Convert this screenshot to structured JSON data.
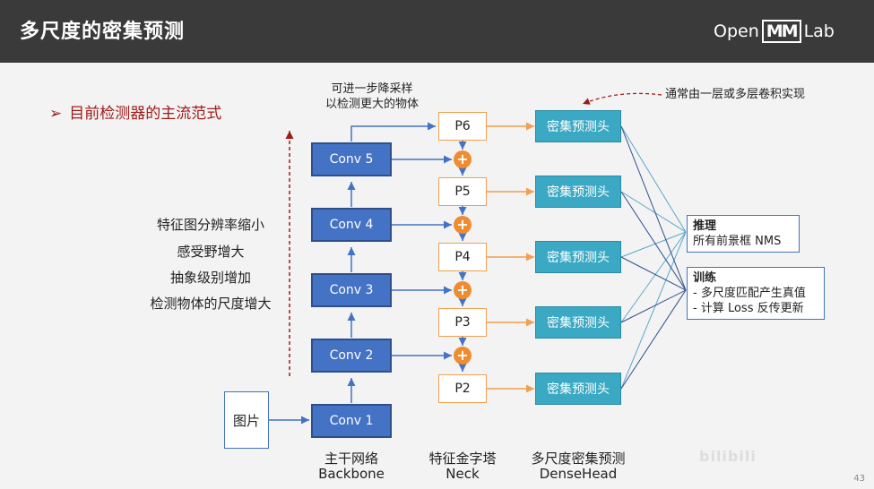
{
  "header": {
    "title": "多尺度的密集预测",
    "logo_left": "Open",
    "logo_mm": "MM",
    "logo_right": "Lab"
  },
  "bullet": {
    "arrow": "➢",
    "text": "目前检测器的主流范式"
  },
  "side_texts": [
    "特征图分辨率缩小",
    "感受野增大",
    "抽象级别增加",
    "检测物体的尺度增大"
  ],
  "top_note": [
    "可进一步降采样",
    "以检测更大的物体"
  ],
  "head_note": "通常由一层或多层卷积实现",
  "image_label": "图片",
  "convs": [
    "Conv 1",
    "Conv 2",
    "Conv 3",
    "Conv 4",
    "Conv 5"
  ],
  "pyramid": [
    "P2",
    "P3",
    "P4",
    "P5",
    "P6"
  ],
  "head_label": "密集预测头",
  "plus": "+",
  "inference": {
    "title": "推理",
    "line1": "所有前景框 NMS"
  },
  "training": {
    "title": "训练",
    "line1": "- 多尺度匹配产生真值",
    "line2": "- 计算 Loss 反传更新"
  },
  "column_labels": {
    "backbone_cn": "主干网络",
    "backbone_en": "Backbone",
    "neck_cn": "特征金字塔",
    "neck_en": "Neck",
    "head_cn": "多尺度密集预测",
    "head_en": "DenseHead"
  },
  "watermark": "bilibili",
  "page_number": "43",
  "colors": {
    "conv": "#4472c4",
    "head": "#3ba9c4",
    "plus": "#f08c30",
    "accent_red": "#a11a1a"
  }
}
